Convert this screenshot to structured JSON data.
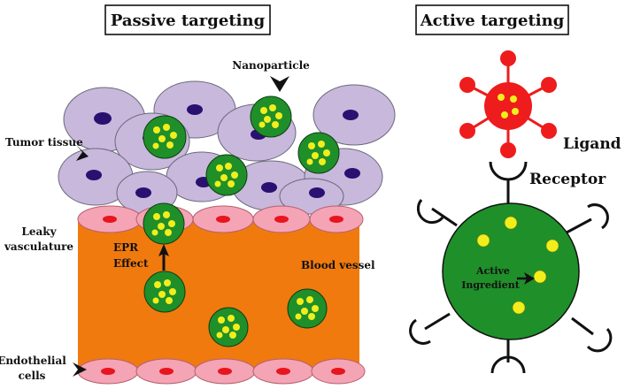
{
  "passive": {
    "title": "Passive targeting",
    "labels": {
      "nanoparticle": "Nanoparticle",
      "tumor_tissue": "Tumor tissue",
      "leaky_line1": "Leaky",
      "leaky_line2": "vasculature",
      "epr_line1": "EPR",
      "epr_line2": "Effect",
      "blood_vessel": "Blood vessel",
      "endothelial_line1": "Endothelial",
      "endothelial_line2": "cells"
    }
  },
  "active": {
    "title": "Active targeting",
    "labels": {
      "ligand": "Ligand",
      "receptor": "Receptor",
      "active_line1": "Active",
      "active_line2": "Ingredient"
    }
  },
  "colors": {
    "tumor_cell": "#c8b8dc",
    "tumor_nucleus": "#2a1070",
    "vessel": "#f07a0e",
    "endothelial": "#f4a4b4",
    "endothelial_nucleus": "#e8141e",
    "nanoparticle": "#1f8f2a",
    "payload": "#f2ee1c",
    "ligand": "#ee1c1c"
  }
}
